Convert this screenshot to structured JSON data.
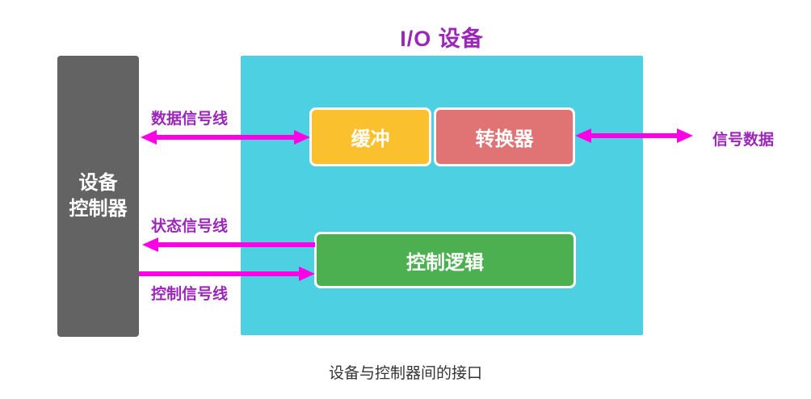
{
  "title": "I/O 设备",
  "caption": "设备与控制器间的接口",
  "controller": {
    "label": "设备控制器",
    "line1": "设备",
    "line2": "控制器"
  },
  "io_device": {
    "buffer_label": "缓冲",
    "converter_label": "转换器",
    "control_logic_label": "控制逻辑"
  },
  "signals": {
    "data_line_label": "数据信号线",
    "status_line_label": "状态信号线",
    "control_line_label": "控制信号线",
    "signal_data_label": "信号数据"
  },
  "colors": {
    "title_and_labels": "#9b27b8",
    "arrow_magenta": "#ff00e6",
    "io_panel_cyan": "#4dd0e1",
    "buffer_yellow": "#fbc02d",
    "converter_red": "#e07373",
    "control_logic_green": "#4caf50",
    "controller_gray": "#636363",
    "box_text_white": "#ffffff",
    "caption_text": "#333333"
  }
}
